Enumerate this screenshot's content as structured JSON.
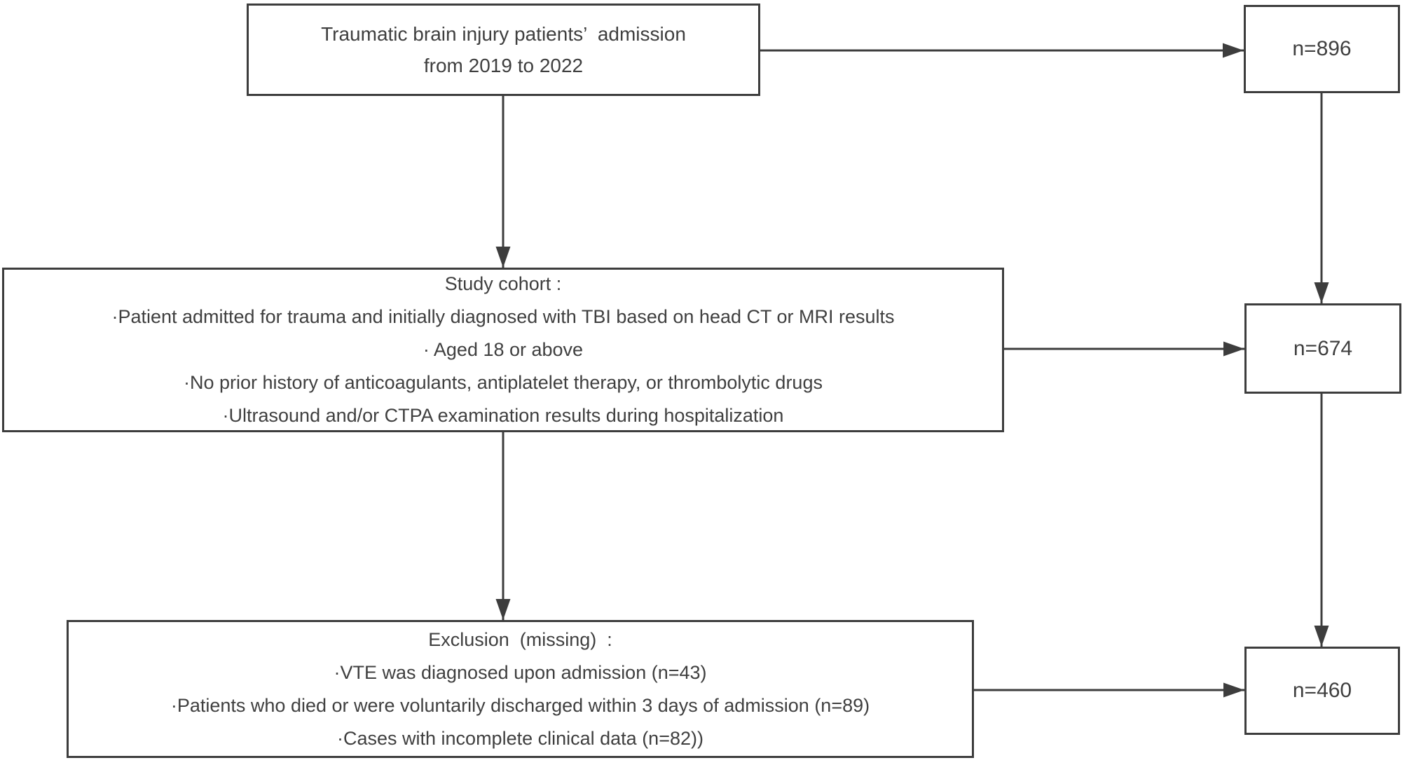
{
  "diagram": {
    "title_context": "Patient selection flowchart",
    "colors": {
      "line": "#3d3d3d",
      "text": "#3f3f3f",
      "background": "#ffffff"
    },
    "top_box": {
      "line1": "Traumatic brain injury patients’  admission",
      "line2": "from 2019 to 2022"
    },
    "cohort_box": {
      "title": "Study cohort :",
      "item1": "·Patient admitted for trauma and initially diagnosed with TBI based on head CT or MRI results",
      "item2": "· Aged 18 or above",
      "item3": "·No prior history of anticoagulants, antiplatelet therapy, or thrombolytic drugs",
      "item4": "·Ultrasound and/or CTPA examination results during hospitalization"
    },
    "exclusion_box": {
      "title": "Exclusion  (missing)  :",
      "item1": "·VTE was diagnosed upon admission (n=43)",
      "item2": "·Patients who died or were voluntarily discharged within 3 days of admission (n=89)",
      "item3": "·Cases with incomplete clinical data (n=82))"
    },
    "count_boxes": {
      "n_admitted": "n=896",
      "n_cohort": "n=674",
      "n_final": "n=460"
    }
  }
}
